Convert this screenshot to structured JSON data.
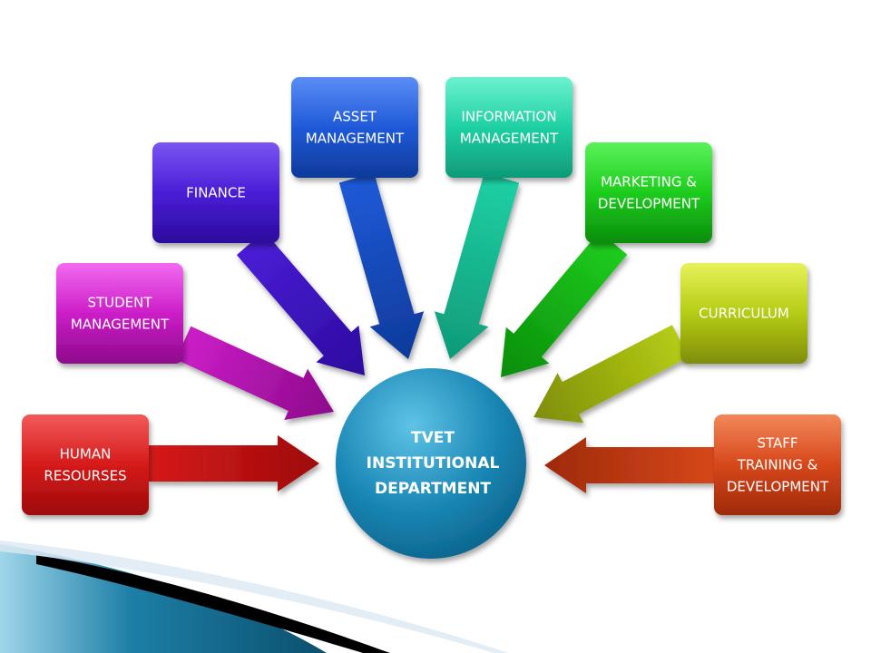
{
  "hub": {
    "lines": [
      "TVET",
      "INSTITUTIONAL",
      "DEPARTMENT"
    ],
    "colors": [
      "#5fc3e6",
      "#1a87b5",
      "#0a5e85"
    ]
  },
  "nodes": [
    {
      "id": "human-resourses",
      "lines": [
        "HUMAN",
        "RESOURSES"
      ],
      "colors": [
        "#f25a5a",
        "#d61a1a",
        "#9e0a0a"
      ],
      "icon": "arrow-right-icon"
    },
    {
      "id": "student-management",
      "lines": [
        "STUDENT",
        "MANAGEMENT"
      ],
      "colors": [
        "#f26af0",
        "#cc1ec8",
        "#8d0a8b"
      ],
      "icon": "arrow-down-right-icon"
    },
    {
      "id": "finance",
      "lines": [
        "FINANCE"
      ],
      "colors": [
        "#7a55f2",
        "#4a1ed6",
        "#2c0a9e"
      ],
      "icon": "arrow-down-right-icon"
    },
    {
      "id": "asset-management",
      "lines": [
        "ASSET",
        "MANAGEMENT"
      ],
      "colors": [
        "#5a8cf5",
        "#1f5ad8",
        "#0e3a9a"
      ],
      "icon": "arrow-down-icon"
    },
    {
      "id": "information-management",
      "lines": [
        "INFORMATION",
        "MANAGEMENT"
      ],
      "colors": [
        "#6bf2cf",
        "#1fd0a4",
        "#0f9a78"
      ],
      "icon": "arrow-down-icon"
    },
    {
      "id": "marketing-development",
      "lines": [
        "MARKETING &",
        "DEVELOPMENT"
      ],
      "colors": [
        "#5af25a",
        "#1ecc1e",
        "#0a8d0a"
      ],
      "icon": "arrow-down-left-icon"
    },
    {
      "id": "curriculum",
      "lines": [
        "CURRICULUM"
      ],
      "colors": [
        "#e6f25a",
        "#b5cc14",
        "#7f8d0a"
      ],
      "icon": "arrow-down-left-icon"
    },
    {
      "id": "staff-training-development",
      "lines": [
        "STAFF",
        "TRAINING &",
        "DEVELOPMENT"
      ],
      "colors": [
        "#f2885a",
        "#d6471a",
        "#9e2a0a"
      ],
      "icon": "arrow-left-icon"
    }
  ],
  "decoration": {
    "swoosh_colors": [
      "#9fd6ea",
      "#1d7fa6",
      "#0b4f6e"
    ],
    "black_stripe": "#000000"
  }
}
